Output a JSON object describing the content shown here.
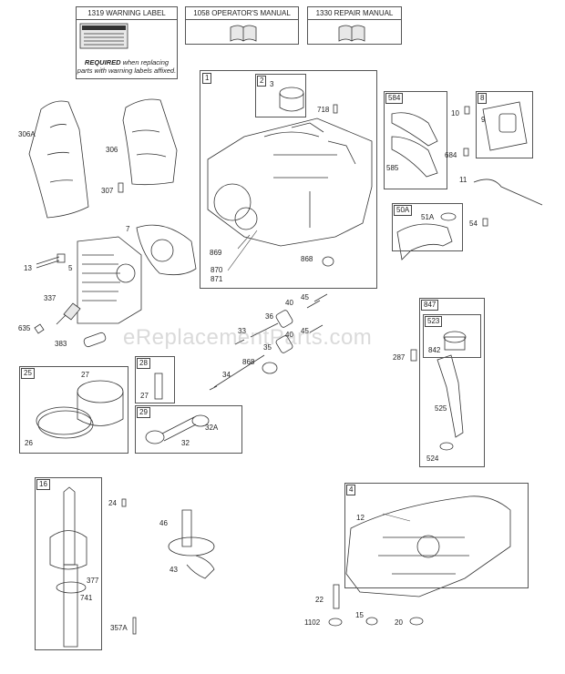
{
  "header_boxes": {
    "warning_label": "1319 WARNING LABEL",
    "operators_manual": "1058 OPERATOR'S MANUAL",
    "repair_manual": "1330 REPAIR MANUAL",
    "required_bold": "REQUIRED",
    "required_text": " when replacing parts with warning labels affixed."
  },
  "watermark": "eReplacementParts.com",
  "group_tags": {
    "g1": "1",
    "g2": "2",
    "g584": "584",
    "g8": "8",
    "g50A": "50A",
    "g25": "25",
    "g28": "28",
    "g29": "29",
    "g847": "847",
    "g523": "523",
    "g16": "16",
    "g4": "4"
  },
  "part_labels": {
    "p306A": "306A",
    "p306": "306",
    "p307": "307",
    "p7": "7",
    "p13": "13",
    "p5": "5",
    "p337": "337",
    "p635": "635",
    "p383": "383",
    "p3": "3",
    "p718": "718",
    "p869": "869",
    "p870": "870",
    "p871": "871",
    "p868a": "868",
    "p10": "10",
    "p9": "9",
    "p684": "684",
    "p585": "585",
    "p11": "11",
    "p51A": "51A",
    "p54": "54",
    "p40a": "40",
    "p45a": "45",
    "p36": "36",
    "p33": "33",
    "p40b": "40",
    "p45b": "45",
    "p35": "35",
    "p34": "34",
    "p868b": "868",
    "p27a": "27",
    "p26": "26",
    "p27b": "27",
    "p32A": "32A",
    "p32": "32",
    "p287": "287",
    "p842": "842",
    "p525": "525",
    "p524": "524",
    "p24": "24",
    "p377": "377",
    "p741": "741",
    "p357A": "357A",
    "p46": "46",
    "p43": "43",
    "p12": "12",
    "p22": "22",
    "p1102": "1102",
    "p15": "15",
    "p20": "20"
  }
}
